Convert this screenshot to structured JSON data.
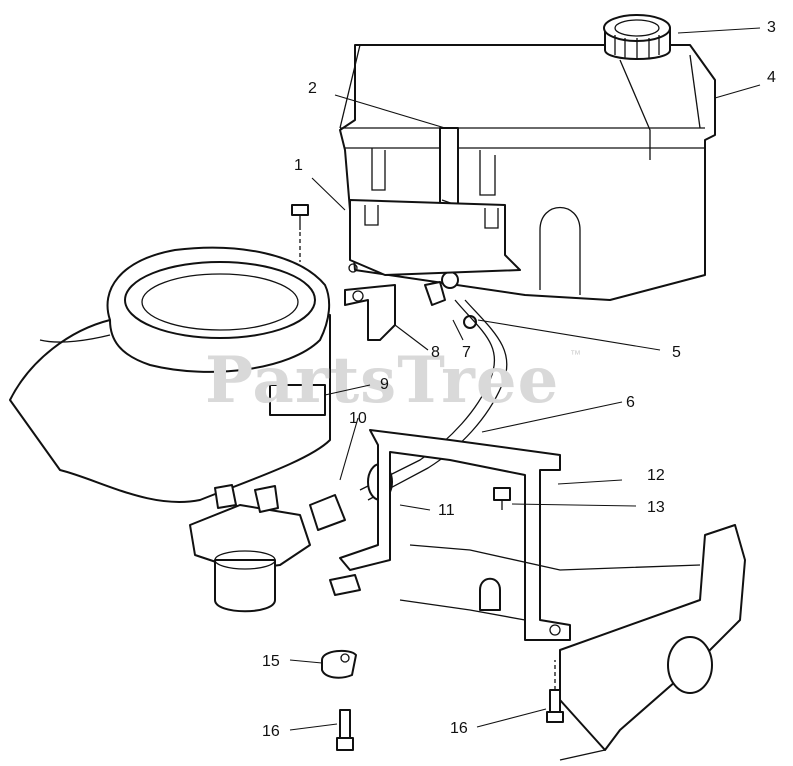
{
  "diagram": {
    "watermark": {
      "text": "PartsTree",
      "trademark": "™"
    },
    "callouts": [
      {
        "id": "1",
        "label": "1"
      },
      {
        "id": "2",
        "label": "2"
      },
      {
        "id": "3",
        "label": "3"
      },
      {
        "id": "4",
        "label": "4"
      },
      {
        "id": "5",
        "label": "5"
      },
      {
        "id": "6",
        "label": "6"
      },
      {
        "id": "7",
        "label": "7"
      },
      {
        "id": "8",
        "label": "8"
      },
      {
        "id": "9",
        "label": "9"
      },
      {
        "id": "10",
        "label": "10"
      },
      {
        "id": "11",
        "label": "11"
      },
      {
        "id": "12",
        "label": "12"
      },
      {
        "id": "13",
        "label": "13"
      },
      {
        "id": "15",
        "label": "15"
      },
      {
        "id": "16a",
        "label": "16"
      },
      {
        "id": "16b",
        "label": "16"
      }
    ]
  }
}
